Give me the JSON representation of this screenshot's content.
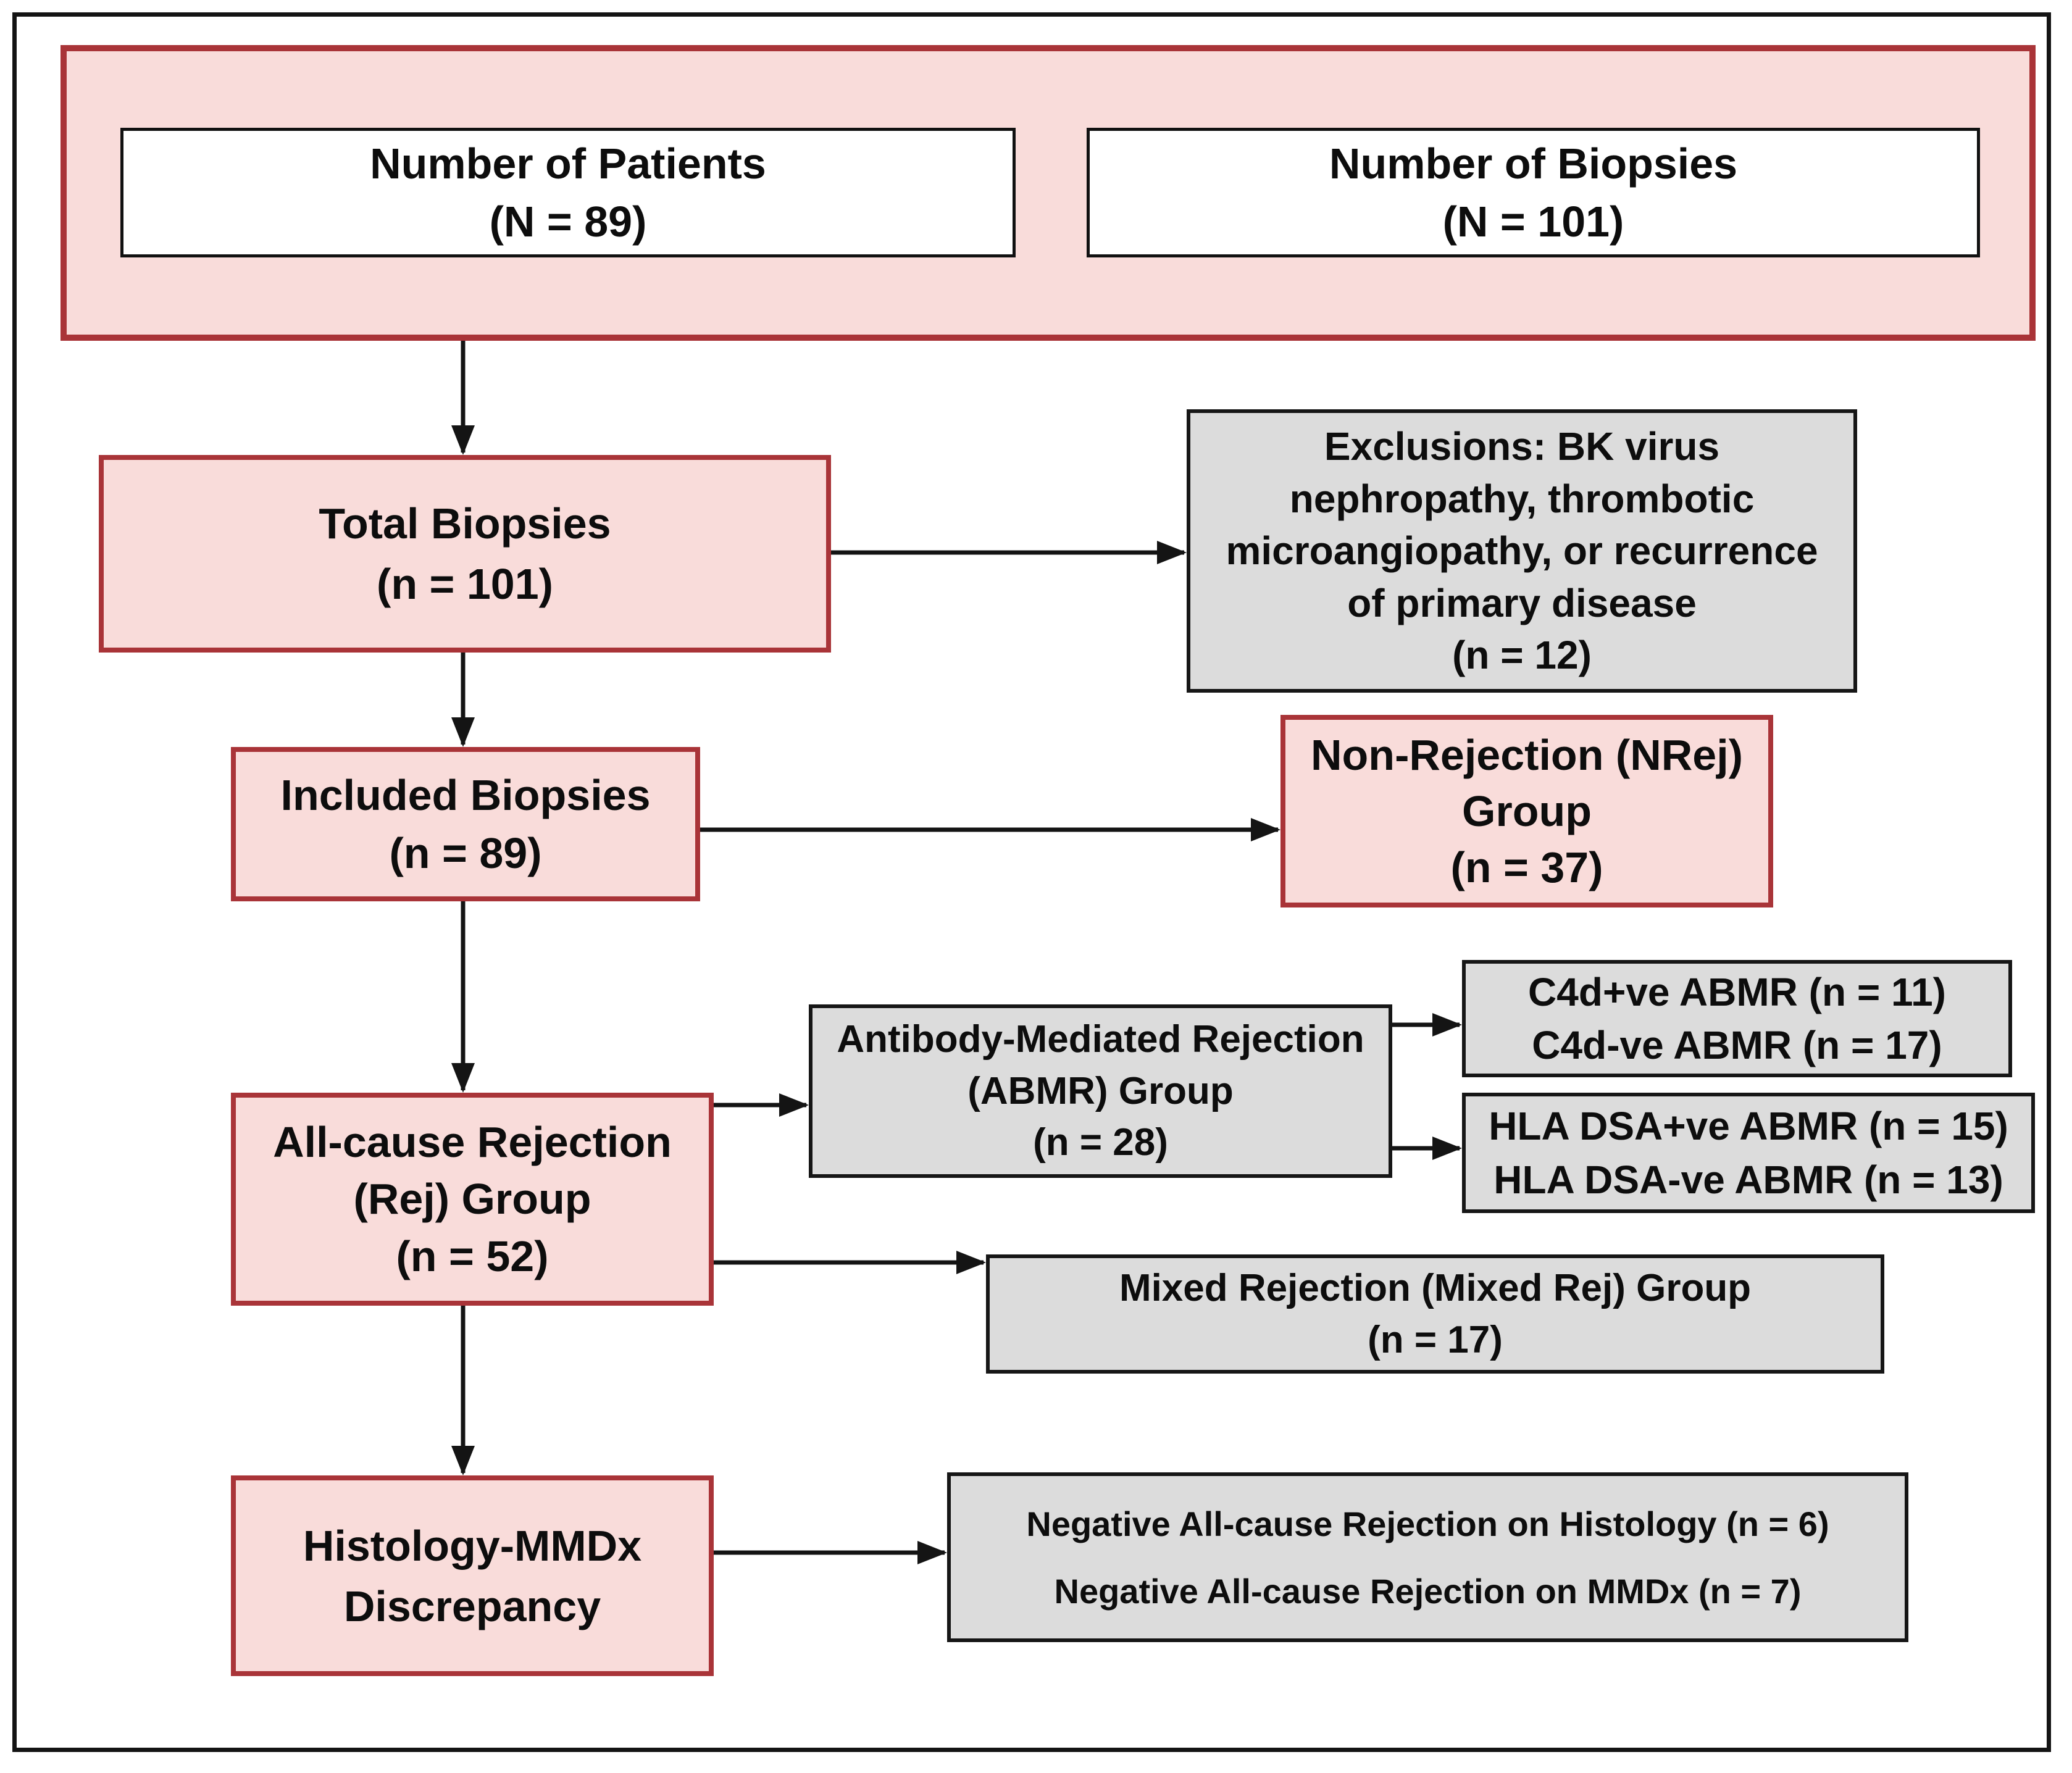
{
  "colors": {
    "pink_fill": "#f9dcda",
    "red_border": "#a93438",
    "gray_fill": "#dcdcdc",
    "black_border": "#161616",
    "white_fill": "#ffffff",
    "text": "#0d0d0d"
  },
  "boxes": {
    "patients": {
      "lines": [
        "Number of Patients",
        "(N = 89)"
      ]
    },
    "biopsies": {
      "lines": [
        "Number of Biopsies",
        "(N = 101)"
      ]
    },
    "total_biopsies": {
      "lines": [
        "Total Biopsies",
        "(n = 101)"
      ]
    },
    "exclusions": {
      "lines": [
        "Exclusions: BK virus",
        "nephropathy, thrombotic",
        "microangiopathy, or recurrence",
        "of primary disease",
        "(n = 12)"
      ]
    },
    "included_biopsies": {
      "lines": [
        "Included Biopsies",
        "(n = 89)"
      ]
    },
    "non_rejection": {
      "lines": [
        "Non-Rejection (NRej)",
        "Group",
        "(n = 37)"
      ]
    },
    "all_cause_rejection": {
      "lines": [
        "All-cause Rejection",
        "(Rej) Group",
        "(n = 52)"
      ]
    },
    "abmr_group": {
      "lines": [
        "Antibody-Mediated Rejection",
        "(ABMR) Group",
        "(n = 28)"
      ]
    },
    "c4d": {
      "lines": [
        "C4d+ve ABMR (n = 11)",
        "C4d-ve ABMR (n = 17)"
      ]
    },
    "hla_dsa": {
      "lines": [
        "HLA DSA+ve ABMR (n = 15)",
        "HLA DSA-ve ABMR (n = 13)"
      ]
    },
    "mixed_rejection": {
      "lines": [
        "Mixed Rejection (Mixed Rej) Group",
        "(n = 17)"
      ]
    },
    "histology_mmdx": {
      "lines": [
        "Histology-MMDx",
        "Discrepancy"
      ]
    },
    "negative_discrepancy": {
      "lines": [
        "Negative All-cause Rejection on Histology (n = 6)",
        "Negative All-cause Rejection on MMDx (n = 7)"
      ]
    }
  },
  "edges": [
    {
      "from": "patients",
      "to": "biopsies",
      "type": "double-arrow"
    },
    {
      "from": "cohort-banner",
      "to": "total_biopsies",
      "type": "arrow"
    },
    {
      "from": "total_biopsies",
      "to": "exclusions",
      "type": "arrow"
    },
    {
      "from": "total_biopsies",
      "to": "included_biopsies",
      "type": "arrow"
    },
    {
      "from": "included_biopsies",
      "to": "non_rejection",
      "type": "arrow"
    },
    {
      "from": "included_biopsies",
      "to": "all_cause_rejection",
      "type": "arrow"
    },
    {
      "from": "all_cause_rejection",
      "to": "abmr_group",
      "type": "arrow"
    },
    {
      "from": "abmr_group",
      "to": "c4d",
      "type": "arrow"
    },
    {
      "from": "abmr_group",
      "to": "hla_dsa",
      "type": "arrow"
    },
    {
      "from": "all_cause_rejection",
      "to": "mixed_rejection",
      "type": "arrow"
    },
    {
      "from": "all_cause_rejection",
      "to": "histology_mmdx",
      "type": "arrow"
    },
    {
      "from": "histology_mmdx",
      "to": "negative_discrepancy",
      "type": "arrow"
    }
  ]
}
